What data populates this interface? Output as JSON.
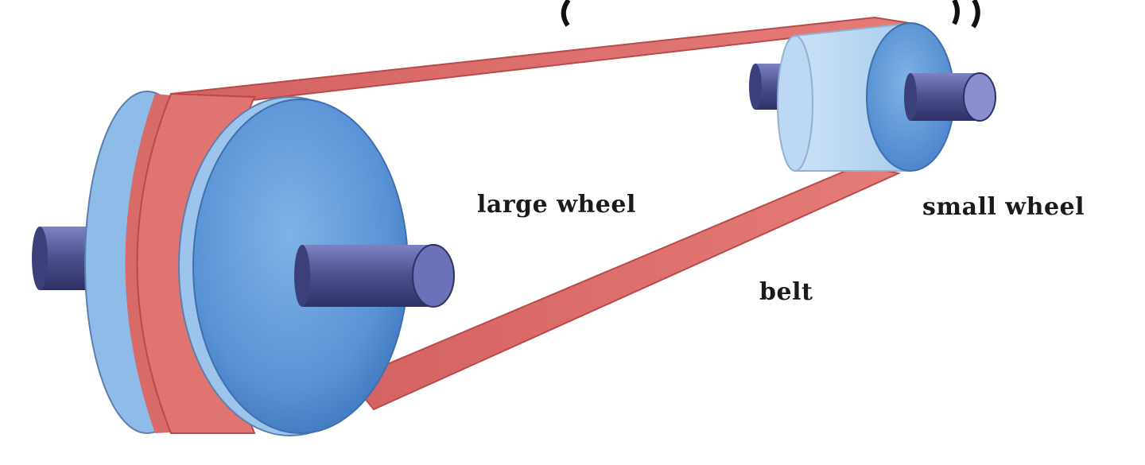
{
  "diagram": {
    "labels": {
      "large_wheel": "large wheel",
      "small_wheel": "small wheel",
      "belt": "belt"
    }
  },
  "colors": {
    "background": "#ffffff",
    "wheel_face": "#5a93d6",
    "wheel_face_light": "#a9cdee",
    "wheel_rim": "#8fbbe8",
    "belt": "#e0726f",
    "belt_dark": "#b84a4a",
    "axle": "#4b4f8c",
    "axle_light": "#7c82c4",
    "label_text": "#1a1a1a"
  }
}
